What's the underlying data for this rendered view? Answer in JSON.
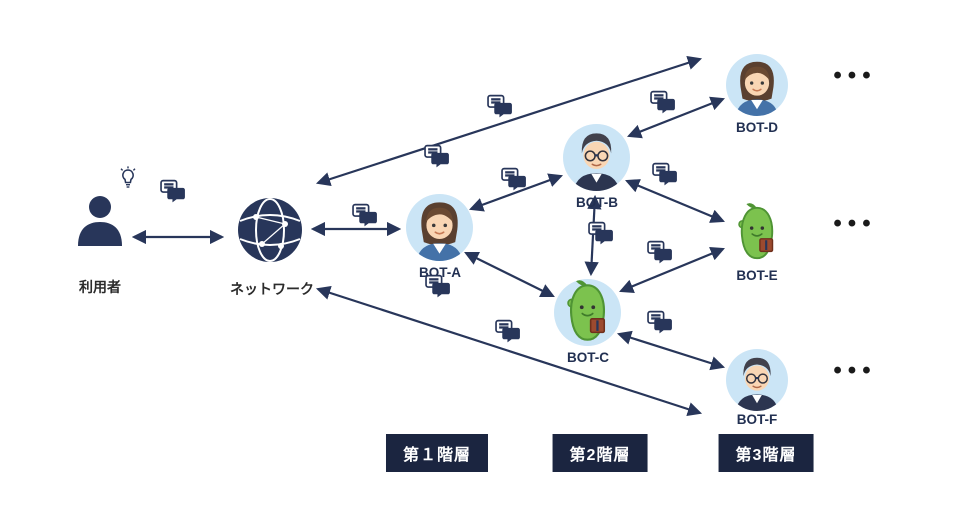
{
  "diagram": {
    "title": "chatbot-network-hierarchy",
    "user": {
      "label": "利用者"
    },
    "network": {
      "label": "ネットワーク"
    },
    "bots": [
      {
        "id": "bot-a",
        "label": "BOT-A",
        "character": "woman",
        "tier": 1
      },
      {
        "id": "bot-b",
        "label": "BOT-B",
        "character": "man-glasses",
        "tier": 2
      },
      {
        "id": "bot-c",
        "label": "BOT-C",
        "character": "green-bean-with-book",
        "tier": 2
      },
      {
        "id": "bot-d",
        "label": "BOT-D",
        "character": "woman",
        "tier": 3
      },
      {
        "id": "bot-e",
        "label": "BOT-E",
        "character": "green-bean-with-book",
        "tier": 3
      },
      {
        "id": "bot-f",
        "label": "BOT-F",
        "character": "man-glasses",
        "tier": 3
      }
    ],
    "ellipsis": "•••",
    "tiers": [
      {
        "label": "第１階層"
      },
      {
        "label": "第2階層"
      },
      {
        "label": "第3階層"
      }
    ],
    "connections": [
      "user-network",
      "network-bot-a",
      "network-bot-d",
      "network-bot-f",
      "bot-a-bot-b",
      "bot-a-bot-c",
      "bot-b-bot-c",
      "bot-b-bot-d",
      "bot-b-bot-e",
      "bot-c-bot-e",
      "bot-c-bot-f"
    ],
    "colors": {
      "navy": "#28365a",
      "avatar_bg": "#cbe5f6",
      "badge_bg": "#1b2540",
      "badge_text": "#ffffff",
      "bean_green": "#7cc24e"
    }
  }
}
